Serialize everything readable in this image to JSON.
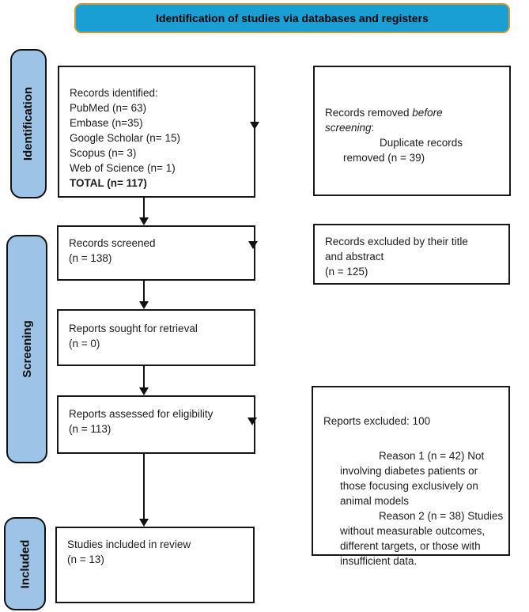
{
  "header": {
    "title": "Identification of studies via databases and registers"
  },
  "colors": {
    "banner_bg": "#1A9FD5",
    "banner_border": "#C79A3C",
    "stage_fill": "#9DC3E6",
    "line_color": "#161616"
  },
  "stages": {
    "identification": "Identification",
    "screening": "Screening",
    "included": "Included"
  },
  "flow": {
    "records_identified": {
      "lines": [
        "Records identified:",
        "PubMed (n= 63)",
        "Embase (n=35)",
        "Google Scholar (n= 15)",
        "Scopus (n= 3)",
        "Web of Science (n= 1)"
      ],
      "total": "TOTAL (n= 117)"
    },
    "records_screened": {
      "lines": [
        "Records screened",
        "(n = 138)"
      ]
    },
    "reports_sought": {
      "lines": [
        "Reports sought for retrieval",
        "(n = 0)"
      ]
    },
    "reports_assessed": {
      "lines": [
        "Reports assessed for eligibility",
        "(n = 113)"
      ]
    },
    "studies_included": {
      "lines": [
        "Studies included in review",
        "(n = 13)"
      ]
    }
  },
  "exclusions": {
    "records_removed": {
      "lead": "Records removed ",
      "italic1": "before",
      "italic2": "screening",
      "after_italic": ":",
      "detail_line1": "Duplicate records",
      "detail_line2": "removed (n = 39)"
    },
    "records_excluded": {
      "lines": [
        "Records excluded by their title",
        "and abstract",
        "(n = 125)"
      ]
    },
    "reports_excluded": {
      "title": "Reports excluded: 100",
      "reason1_lines": [
        "Reason 1 (n = 42) Not",
        "involving diabetes patients or",
        "those focusing exclusively on",
        "animal models"
      ],
      "reason2_lines": [
        "Reason 2 (n = 38) Studies",
        "without measurable outcomes,",
        "different targets, or those with",
        "insufficient data."
      ]
    }
  }
}
